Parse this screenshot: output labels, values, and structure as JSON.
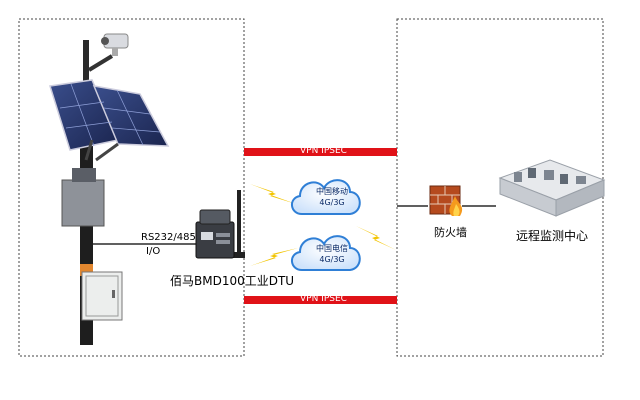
{
  "vpn_top": "VPN   IPSEC",
  "vpn_bottom": "VPN   IPSEC",
  "device_interfaces": "RS232/485",
  "device_io": "I/O",
  "dtu_name": "佰马BMD100工业DTU",
  "cloud_mobile": {
    "name": "中国移动",
    "network": "4G/3G"
  },
  "cloud_telecom": {
    "name": "中国电信",
    "network": "4G/3G"
  },
  "firewall": "防火墙",
  "monitor_center": "远程监测中心",
  "colors": {
    "vpn_bar": "#e01218",
    "cloud_edge": "#2f7fd6",
    "bolt": "#f2c400",
    "firewall": "#b54a1e"
  }
}
